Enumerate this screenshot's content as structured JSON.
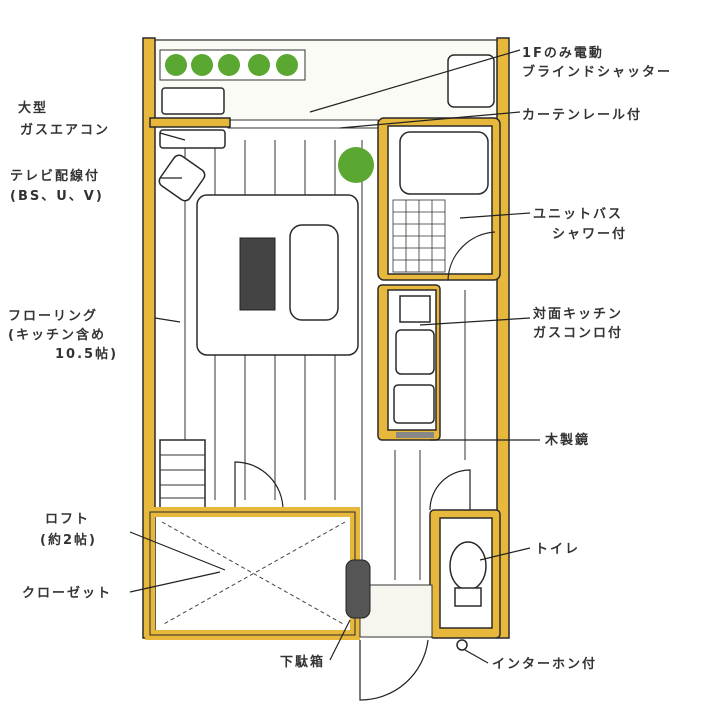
{
  "labels": {
    "shutter_1": "1Fのみ電動",
    "shutter_2": "ブラインドシャッター",
    "curtain": "カーテンレール付",
    "aircon_1": "大型",
    "aircon_2": "ガスエアコン",
    "tv_1": "テレビ配線付",
    "tv_2": "(BS、U、V)",
    "bath_1": "ユニットバス",
    "bath_2": "シャワー付",
    "floor_1": "フローリング",
    "floor_2": "(キッチン含め",
    "floor_3": "10.5帖)",
    "kitchen_1": "対面キッチン",
    "kitchen_2": "ガスコンロ付",
    "mirror": "木製鏡",
    "loft_1": "ロフト",
    "loft_2": "(約2帖)",
    "toilet": "トイレ",
    "closet": "クローゼット",
    "shoebox": "下駄箱",
    "intercom": "インターホン付"
  },
  "colors": {
    "wall": "#e8b83c",
    "plant": "#5aa832"
  }
}
